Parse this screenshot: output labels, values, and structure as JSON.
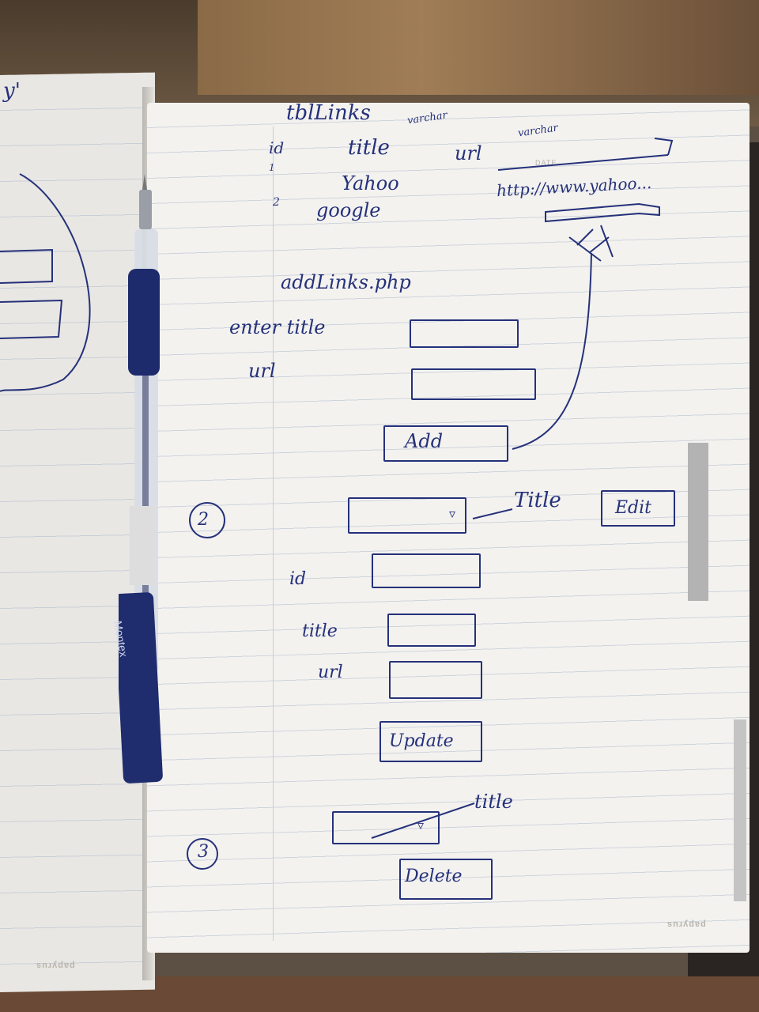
{
  "left_page": {
    "corner_text": "y'"
  },
  "sketch": {
    "table_name": "tblLinks",
    "columns": [
      {
        "label": "id"
      },
      {
        "label": "title",
        "type": "varchar"
      },
      {
        "label": "url",
        "type": "varchar"
      }
    ],
    "rows": [
      {
        "id": "1",
        "title": "Yahoo",
        "url": "http://www.yahoo..."
      },
      {
        "id": "2",
        "title": "google"
      }
    ],
    "section1": {
      "page": "addLinks.php",
      "title_label": "enter title",
      "url_label": "url",
      "button": "Add"
    },
    "section2": {
      "number": "2",
      "dropdown_note": "Title",
      "edit_button": "Edit",
      "id_label": "id",
      "title_label": "title",
      "url_label": "url",
      "button": "Update"
    },
    "section3": {
      "number": "3",
      "dropdown_note": "title",
      "button": "Delete"
    }
  },
  "notebook": {
    "brand": "papyrus",
    "date_label": "DATE"
  },
  "pen": {
    "brand": "Montex"
  }
}
